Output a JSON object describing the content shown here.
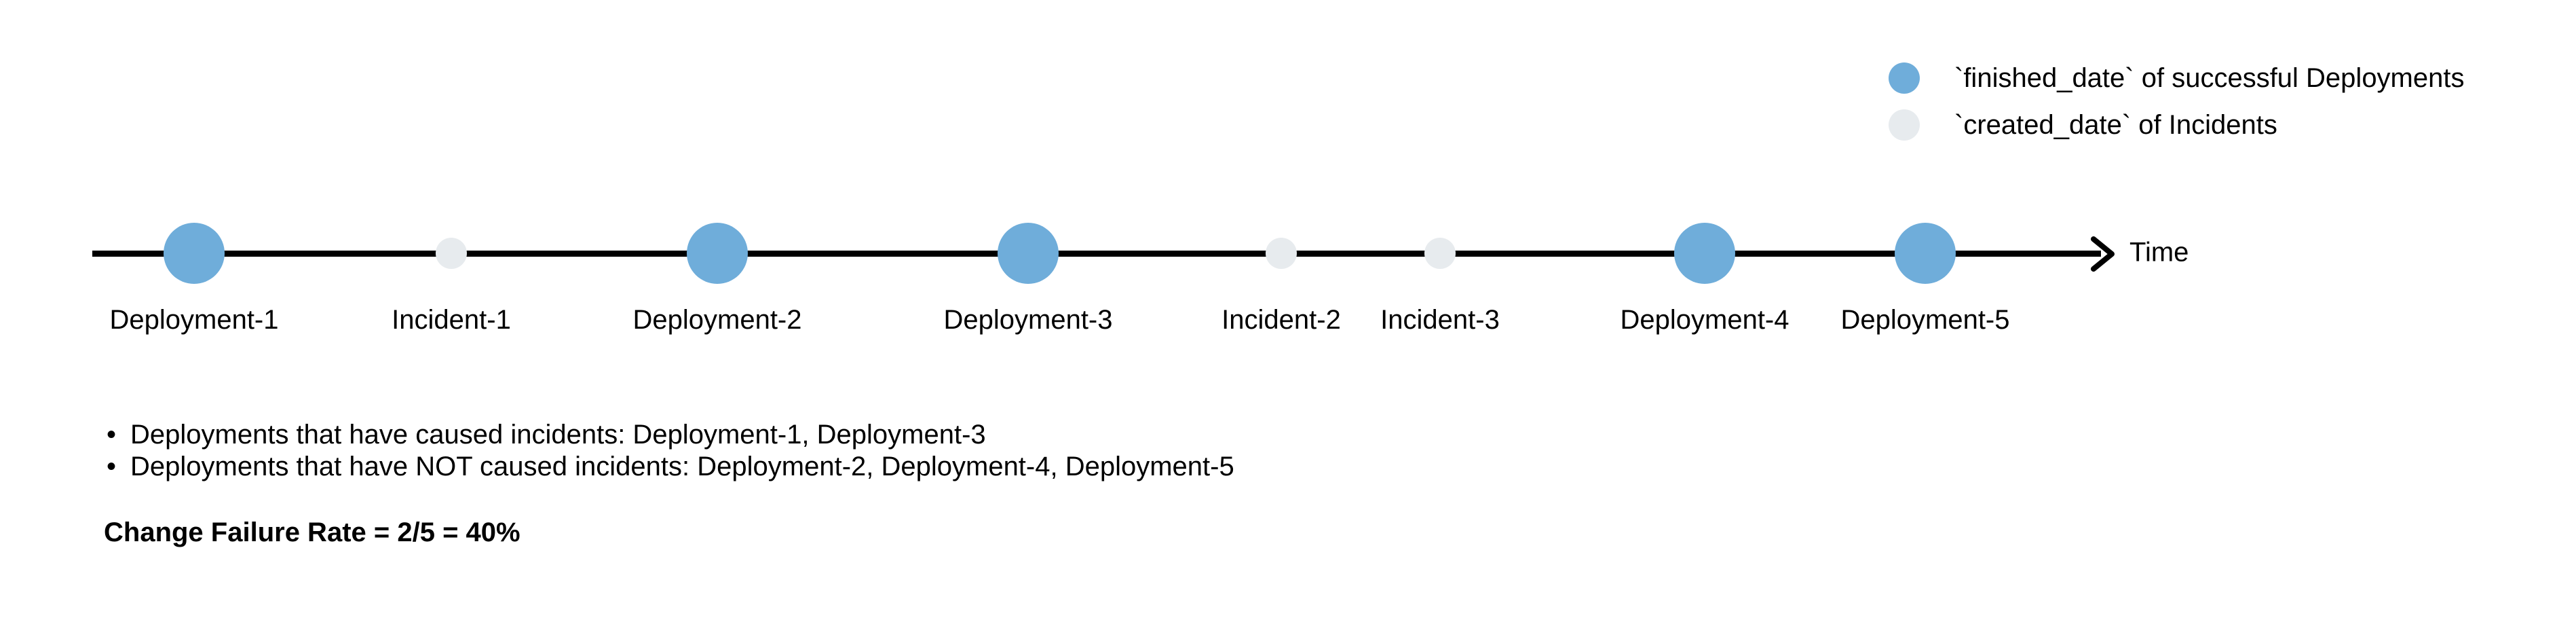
{
  "legend": {
    "items": [
      {
        "icon": "deployment-dot",
        "label": "`finished_date` of successful Deployments",
        "color": "#6fadda"
      },
      {
        "icon": "incident-dot",
        "label": "`created_date` of Incidents",
        "color": "#e7ebee"
      }
    ]
  },
  "timeline": {
    "axis_label": "Time",
    "items": [
      {
        "type": "deployment",
        "label": "Deployment-1"
      },
      {
        "type": "incident",
        "label": "Incident-1"
      },
      {
        "type": "deployment",
        "label": "Deployment-2"
      },
      {
        "type": "deployment",
        "label": "Deployment-3"
      },
      {
        "type": "incident",
        "label": "Incident-2"
      },
      {
        "type": "incident",
        "label": "Incident-3"
      },
      {
        "type": "deployment",
        "label": "Deployment-4"
      },
      {
        "type": "deployment",
        "label": "Deployment-5"
      }
    ]
  },
  "notes": {
    "bullets": [
      "Deployments that have caused incidents: Deployment-1, Deployment-3",
      "Deployments that have NOT caused incidents: Deployment-2, Deployment-4, Deployment-5"
    ],
    "conclusion": "Change Failure Rate = 2/5 = 40%"
  },
  "colors": {
    "deployment": "#6fadda",
    "incident": "#e7ebee",
    "axis": "#000000"
  }
}
